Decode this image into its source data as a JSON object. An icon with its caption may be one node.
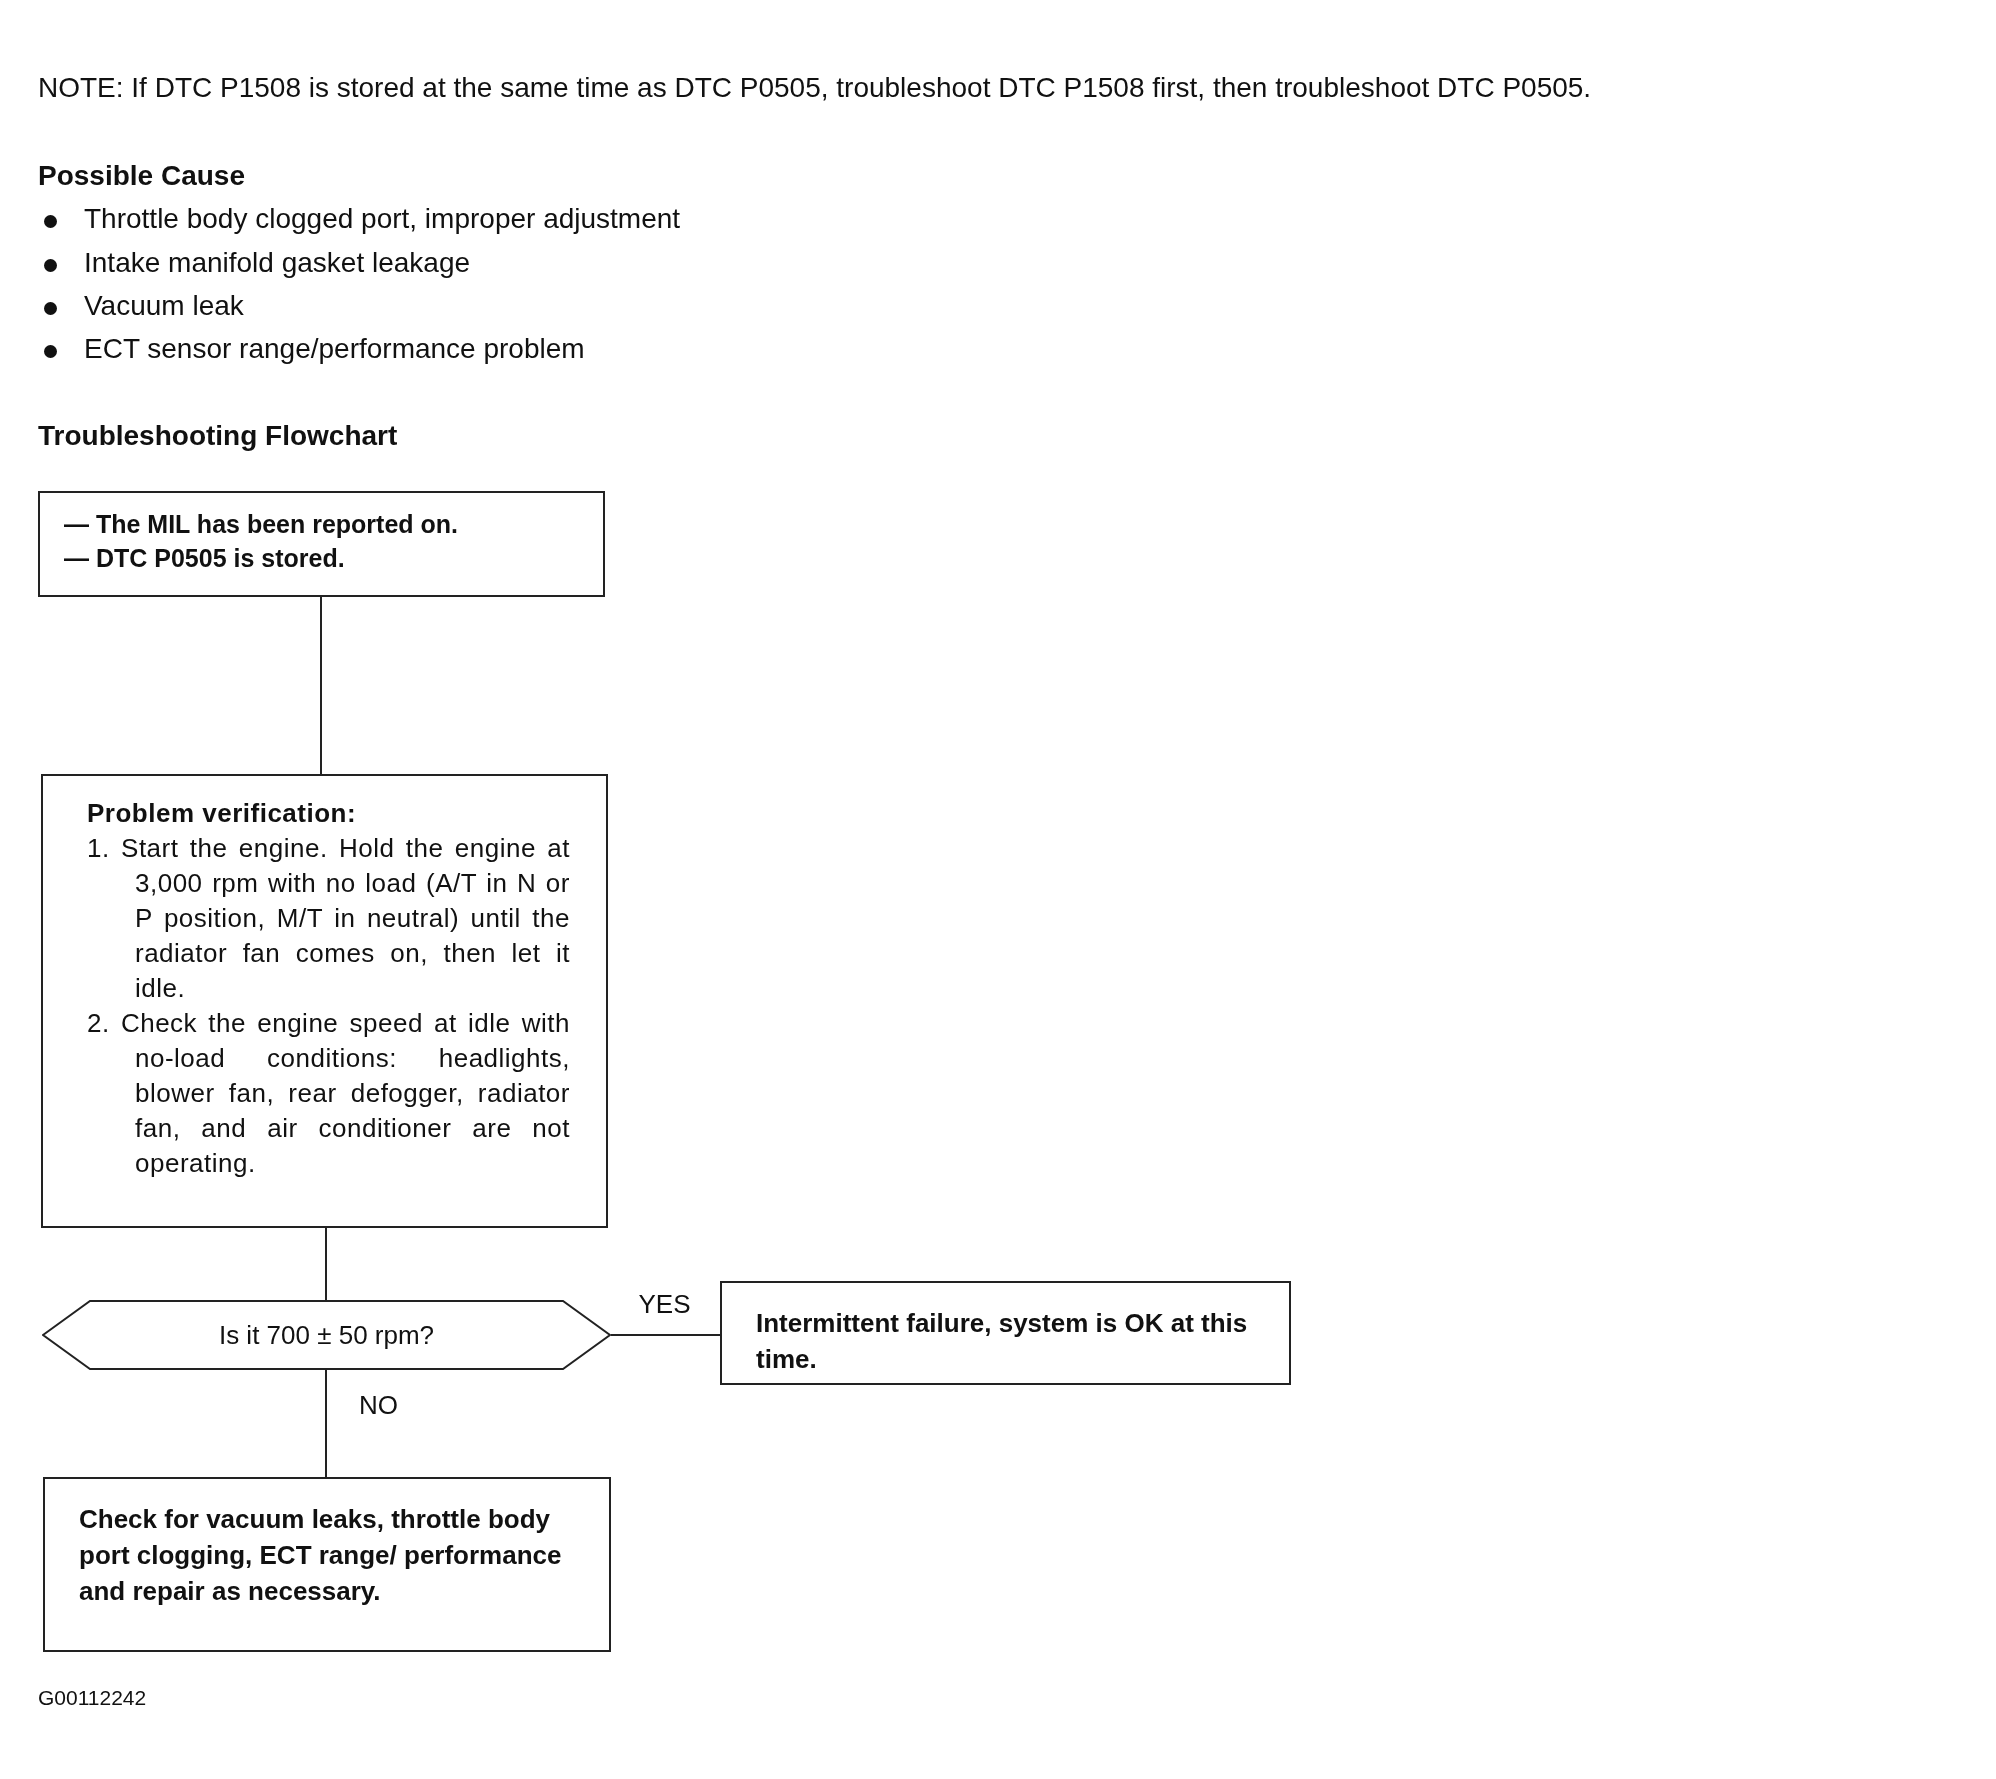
{
  "diagram": {
    "nodes": [
      {
        "text": [
          "— The MIL has been reported on.",
          "— DTC P0505 is stored."
        ]
      },
      {
        "text": [
          "Problem verification:",
          "1. Start the engine. Hold the engine at 3,000 rpm with no load (A/T in N or P position, M/T in neutral) until the radiator fan comes on, then let it idle.",
          "2. Check the engine speed at idle with no-load conditions: headlights, blower fan, rear defogger, radiator fan, and air conditioner are not operating."
        ]
      },
      {
        "text": [
          "Is it 700 ± 50 rpm?"
        ]
      },
      {
        "text": [
          "Intermittent failure, system is OK at this time."
        ]
      },
      {
        "text": [
          "Check for vacuum leaks, throttle body port clogging, ECT range/ performance and repair as necessary."
        ]
      }
    ],
    "edges": [
      {
        "from": 0,
        "to": 1,
        "arrow": "none"
      },
      {
        "from": 1,
        "to": 2,
        "arrow": "none"
      },
      {
        "from": 2,
        "to": 3,
        "arrow": "none",
        "label": "YES"
      },
      {
        "from": 2,
        "to": 4,
        "arrow": "none",
        "label": "NO"
      }
    ],
    "labels": [
      "NOTE:  If DTC P1508 is stored at the same time as DTC P0505,  troubleshoot DTC P1508 first, then troubleshoot DTC P0505.",
      "Possible Cause",
      "Throttle body clogged port, improper adjustment",
      "Intake manifold gasket leakage",
      "Vacuum leak",
      "ECT sensor range/performance problem",
      "Troubleshooting Flowchart",
      "G00112242"
    ]
  }
}
